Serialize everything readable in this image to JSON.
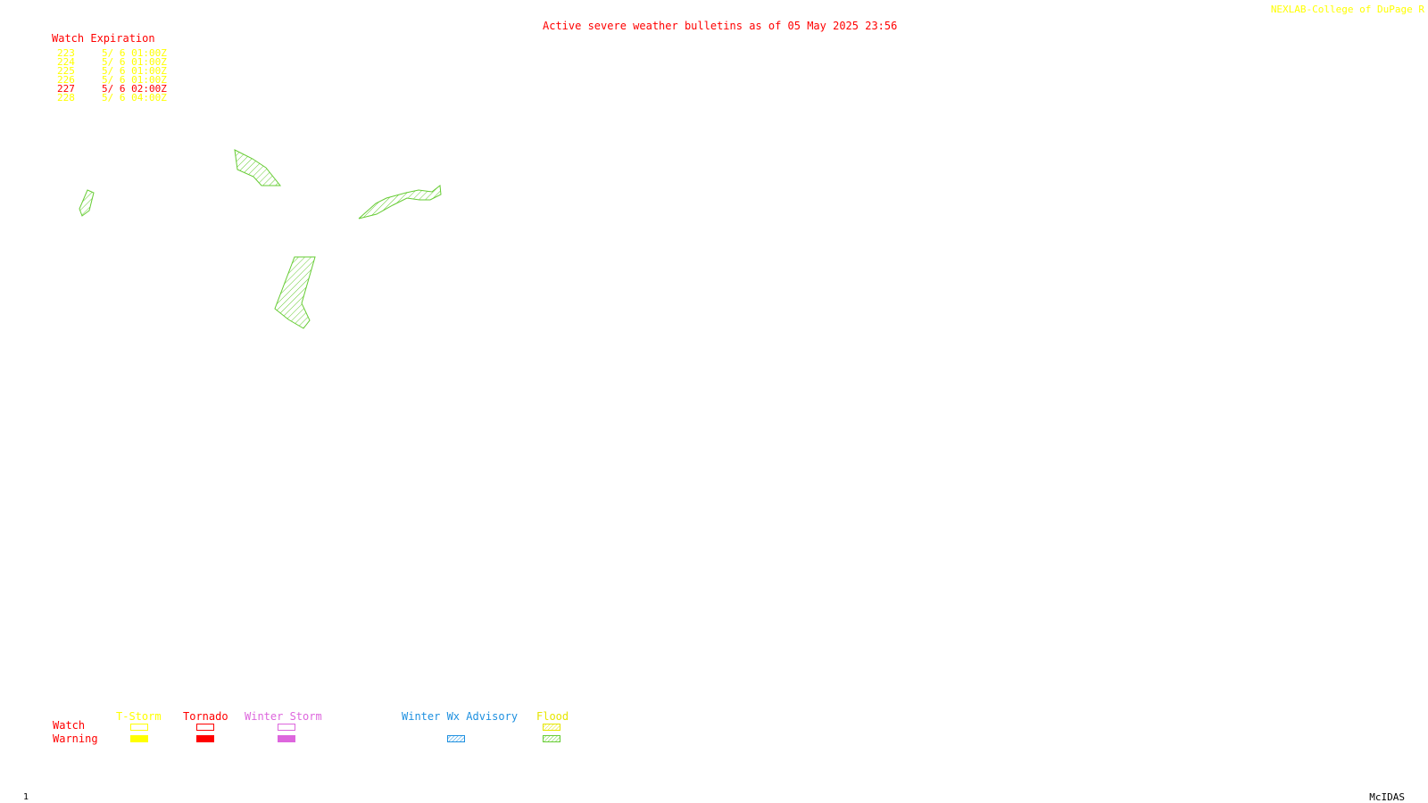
{
  "header": {
    "title": "Active severe weather bulletins as of 05 May 2025 23:56",
    "credit": "NEXLAB-College of DuPage R"
  },
  "watch_table": {
    "heading": "Watch Expiration",
    "rows": [
      {
        "number": "223",
        "expires": "5/ 6 01:00Z",
        "color": "#ffff00"
      },
      {
        "number": "224",
        "expires": "5/ 6 01:00Z",
        "color": "#ffff00"
      },
      {
        "number": "225",
        "expires": "5/ 6 01:00Z",
        "color": "#ffff00"
      },
      {
        "number": "226",
        "expires": "5/ 6 01:00Z",
        "color": "#ffff00"
      },
      {
        "number": "227",
        "expires": "5/ 6 02:00Z",
        "color": "#ff0000"
      },
      {
        "number": "228",
        "expires": "5/ 6 04:00Z",
        "color": "#ffff00"
      }
    ]
  },
  "legend": {
    "row_labels": {
      "watch": "Watch",
      "warning": "Warning"
    },
    "categories": [
      {
        "label": "T-Storm",
        "color": "#ffff00"
      },
      {
        "label": "Tornado",
        "color": "#ff0000"
      },
      {
        "label": "Winter Storm",
        "color": "#dd66dd"
      },
      {
        "label": "Winter Wx Advisory",
        "color": "#1e90e0"
      },
      {
        "label": "Flood",
        "color": "#e6e600"
      }
    ]
  },
  "map": {
    "flood_color": "#66cc33"
  },
  "footer": {
    "frame": "1",
    "software": "McIDAS"
  }
}
